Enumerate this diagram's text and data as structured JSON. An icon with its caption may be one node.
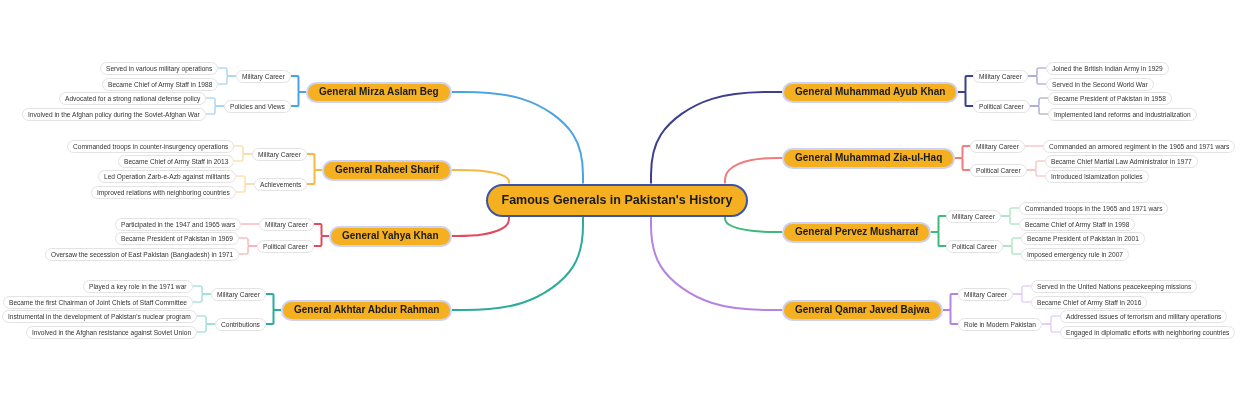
{
  "diagram": {
    "nodes": [
      {
        "text": [
          "Famous Generals in Pakistan's History"
        ]
      },
      {
        "text": [
          "General Mirza Aslam Beg"
        ]
      },
      {
        "text": [
          "Military Career"
        ]
      },
      {
        "text": [
          "Served in various military operations"
        ]
      },
      {
        "text": [
          "Became Chief of Army Staff in 1988"
        ]
      },
      {
        "text": [
          "Policies and Views"
        ]
      },
      {
        "text": [
          "Advocated for a strong national defense policy"
        ]
      },
      {
        "text": [
          "Involved in the Afghan policy during the Soviet-Afghan War"
        ]
      },
      {
        "text": [
          "General Raheel Sharif"
        ]
      },
      {
        "text": [
          "Military Career"
        ]
      },
      {
        "text": [
          "Commanded troops in counter-insurgency operations"
        ]
      },
      {
        "text": [
          "Became Chief of Army Staff in 2013"
        ]
      },
      {
        "text": [
          "Achievements"
        ]
      },
      {
        "text": [
          "Led Operation Zarb-e-Azb against militants"
        ]
      },
      {
        "text": [
          "Improved relations with neighboring countries"
        ]
      },
      {
        "text": [
          "General Yahya Khan"
        ]
      },
      {
        "text": [
          "Military Career"
        ]
      },
      {
        "text": [
          "Participated in the 1947 and 1965 wars"
        ]
      },
      {
        "text": [
          "Political Career"
        ]
      },
      {
        "text": [
          "Became President of Pakistan in 1969"
        ]
      },
      {
        "text": [
          "Oversaw the secession of East Pakistan (Bangladesh) in 1971"
        ]
      },
      {
        "text": [
          "General Akhtar Abdur Rahman"
        ]
      },
      {
        "text": [
          "Military Career"
        ]
      },
      {
        "text": [
          "Played a key role in the 1971 war"
        ]
      },
      {
        "text": [
          "Became the first Chairman of Joint Chiefs of Staff Committee"
        ]
      },
      {
        "text": [
          "Contributions"
        ]
      },
      {
        "text": [
          "Instrumental in the development of Pakistan's nuclear program"
        ]
      },
      {
        "text": [
          "Involved in the Afghan resistance against Soviet Union"
        ]
      },
      {
        "text": [
          "General Muhammad Ayub Khan"
        ]
      },
      {
        "text": [
          "Military Career"
        ]
      },
      {
        "text": [
          "Joined the British Indian Army in 1929"
        ]
      },
      {
        "text": [
          "Served in the Second World War"
        ]
      },
      {
        "text": [
          "Political Career"
        ]
      },
      {
        "text": [
          "Became President of Pakistan in 1958"
        ]
      },
      {
        "text": [
          "Implemented land reforms and industrialization"
        ]
      },
      {
        "text": [
          "General Muhammad Zia-ul-Haq"
        ]
      },
      {
        "text": [
          "Military Career"
        ]
      },
      {
        "text": [
          "Commanded an armored regiment in the 1965 and 1971 wars"
        ]
      },
      {
        "text": [
          "Political Career"
        ]
      },
      {
        "text": [
          "Became Chief Martial Law Administrator in 1977"
        ]
      },
      {
        "text": [
          "Introduced Islamization policies"
        ]
      },
      {
        "text": [
          "General Pervez Musharraf"
        ]
      },
      {
        "text": [
          "Military Career"
        ]
      },
      {
        "text": [
          "Commanded troops in the 1965 and 1971 wars"
        ]
      },
      {
        "text": [
          "Became Chief of Army Staff in 1998"
        ]
      },
      {
        "text": [
          "Political Career"
        ]
      },
      {
        "text": [
          "Became President of Pakistan in 2001"
        ]
      },
      {
        "text": [
          "Imposed emergency rule in 2007"
        ]
      },
      {
        "text": [
          "General Qamar Javed Bajwa"
        ]
      },
      {
        "text": [
          "Military Career"
        ]
      },
      {
        "text": [
          "Served in the United Nations peacekeeping missions"
        ]
      },
      {
        "text": [
          "Became Chief of Army Staff in 2016"
        ]
      },
      {
        "text": [
          "Role in Modern Pakistan"
        ]
      },
      {
        "text": [
          "Addressed issues of terrorism and military operations"
        ]
      },
      {
        "text": [
          "Engaged in diplomatic efforts with neighboring countries"
        ]
      }
    ],
    "edges": [
      {
        "from": 0,
        "to": 1,
        "arrow": "none",
        "color": "#4ba3e3"
      },
      {
        "from": 1,
        "to": 2,
        "arrow": "none",
        "color": "#4ba3e3"
      },
      {
        "from": 2,
        "to": 3,
        "arrow": "none",
        "color": "#90c9f0"
      },
      {
        "from": 2,
        "to": 4,
        "arrow": "none",
        "color": "#90c9f0"
      },
      {
        "from": 1,
        "to": 5,
        "arrow": "none",
        "color": "#4ba3e3"
      },
      {
        "from": 5,
        "to": 6,
        "arrow": "none",
        "color": "#90c9f0"
      },
      {
        "from": 5,
        "to": 7,
        "arrow": "none",
        "color": "#90c9f0"
      },
      {
        "from": 0,
        "to": 8,
        "arrow": "none",
        "color": "#f4b942"
      },
      {
        "from": 8,
        "to": 9,
        "arrow": "none",
        "color": "#f4b942"
      },
      {
        "from": 9,
        "to": 10,
        "arrow": "none",
        "color": "#f6d38f"
      },
      {
        "from": 9,
        "to": 11,
        "arrow": "none",
        "color": "#f6d38f"
      },
      {
        "from": 8,
        "to": 12,
        "arrow": "none",
        "color": "#f4b942"
      },
      {
        "from": 12,
        "to": 13,
        "arrow": "none",
        "color": "#f6d38f"
      },
      {
        "from": 12,
        "to": 14,
        "arrow": "none",
        "color": "#f6d38f"
      },
      {
        "from": 0,
        "to": 15,
        "arrow": "none",
        "color": "#e24a5e"
      },
      {
        "from": 15,
        "to": 16,
        "arrow": "none",
        "color": "#e24a5e"
      },
      {
        "from": 16,
        "to": 17,
        "arrow": "none",
        "color": "#f3a0ac"
      },
      {
        "from": 15,
        "to": 18,
        "arrow": "none",
        "color": "#e24a5e"
      },
      {
        "from": 18,
        "to": 19,
        "arrow": "none",
        "color": "#f3a0ac"
      },
      {
        "from": 18,
        "to": 20,
        "arrow": "none",
        "color": "#f3a0ac"
      },
      {
        "from": 0,
        "to": 21,
        "arrow": "none",
        "color": "#2bab9d"
      },
      {
        "from": 21,
        "to": 22,
        "arrow": "none",
        "color": "#2bab9d"
      },
      {
        "from": 22,
        "to": 23,
        "arrow": "none",
        "color": "#86d6ce"
      },
      {
        "from": 22,
        "to": 24,
        "arrow": "none",
        "color": "#86d6ce"
      },
      {
        "from": 21,
        "to": 25,
        "arrow": "none",
        "color": "#2bab9d"
      },
      {
        "from": 25,
        "to": 26,
        "arrow": "none",
        "color": "#86d6ce"
      },
      {
        "from": 25,
        "to": 27,
        "arrow": "none",
        "color": "#86d6ce"
      },
      {
        "from": 0,
        "to": 28,
        "arrow": "none",
        "color": "#3d3f8e"
      },
      {
        "from": 28,
        "to": 29,
        "arrow": "none",
        "color": "#3d3f8e"
      },
      {
        "from": 29,
        "to": 30,
        "arrow": "none",
        "color": "#9194c9"
      },
      {
        "from": 29,
        "to": 31,
        "arrow": "none",
        "color": "#9194c9"
      },
      {
        "from": 28,
        "to": 32,
        "arrow": "none",
        "color": "#3d3f8e"
      },
      {
        "from": 32,
        "to": 33,
        "arrow": "none",
        "color": "#9194c9"
      },
      {
        "from": 32,
        "to": 34,
        "arrow": "none",
        "color": "#9194c9"
      },
      {
        "from": 0,
        "to": 35,
        "arrow": "none",
        "color": "#f27b7b"
      },
      {
        "from": 35,
        "to": 36,
        "arrow": "none",
        "color": "#f27b7b"
      },
      {
        "from": 36,
        "to": 37,
        "arrow": "none",
        "color": "#f8b4b4"
      },
      {
        "from": 35,
        "to": 38,
        "arrow": "none",
        "color": "#f27b7b"
      },
      {
        "from": 38,
        "to": 39,
        "arrow": "none",
        "color": "#f8b4b4"
      },
      {
        "from": 38,
        "to": 40,
        "arrow": "none",
        "color": "#f8b4b4"
      },
      {
        "from": 0,
        "to": 41,
        "arrow": "none",
        "color": "#3dba7a"
      },
      {
        "from": 41,
        "to": 42,
        "arrow": "none",
        "color": "#3dba7a"
      },
      {
        "from": 42,
        "to": 43,
        "arrow": "none",
        "color": "#92ddb3"
      },
      {
        "from": 42,
        "to": 44,
        "arrow": "none",
        "color": "#92ddb3"
      },
      {
        "from": 41,
        "to": 45,
        "arrow": "none",
        "color": "#3dba7a"
      },
      {
        "from": 45,
        "to": 46,
        "arrow": "none",
        "color": "#92ddb3"
      },
      {
        "from": 45,
        "to": 47,
        "arrow": "none",
        "color": "#92ddb3"
      },
      {
        "from": 0,
        "to": 48,
        "arrow": "none",
        "color": "#b583e3"
      },
      {
        "from": 48,
        "to": 49,
        "arrow": "none",
        "color": "#b583e3"
      },
      {
        "from": 49,
        "to": 50,
        "arrow": "none",
        "color": "#d9bdf3"
      },
      {
        "from": 49,
        "to": 51,
        "arrow": "none",
        "color": "#d9bdf3"
      },
      {
        "from": 48,
        "to": 52,
        "arrow": "none",
        "color": "#b583e3"
      },
      {
        "from": 52,
        "to": 53,
        "arrow": "none",
        "color": "#d9bdf3"
      },
      {
        "from": 52,
        "to": 54,
        "arrow": "none",
        "color": "#d9bdf3"
      }
    ]
  }
}
